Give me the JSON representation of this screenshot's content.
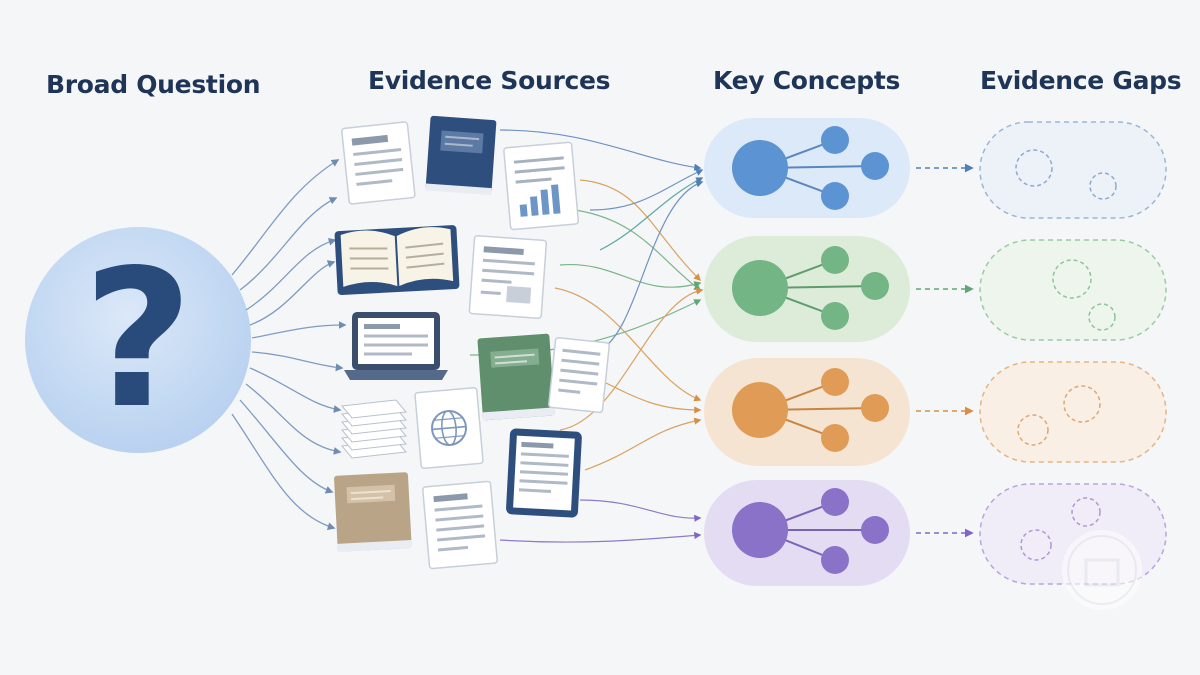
{
  "columns": {
    "question": "Broad Question",
    "sources": "Evidence Sources",
    "concepts": "Key Concepts",
    "gaps": "Evidence Gaps"
  },
  "question_symbol": "?",
  "colors": {
    "navy": "#284b7b",
    "concept_blue": "#5b93d3",
    "concept_green": "#74b585",
    "concept_orange": "#e09c57",
    "concept_purple": "#8a72c9"
  },
  "icons": [
    "document-icon",
    "book-icon",
    "bar-chart-document-icon",
    "open-book-icon",
    "report-document-icon",
    "laptop-icon",
    "green-book-icon",
    "text-document-icon",
    "paper-stack-icon",
    "globe-document-icon",
    "tablet-icon",
    "brown-book-icon",
    "article-document-icon",
    "network-icon",
    "dashed-gap-icon"
  ]
}
